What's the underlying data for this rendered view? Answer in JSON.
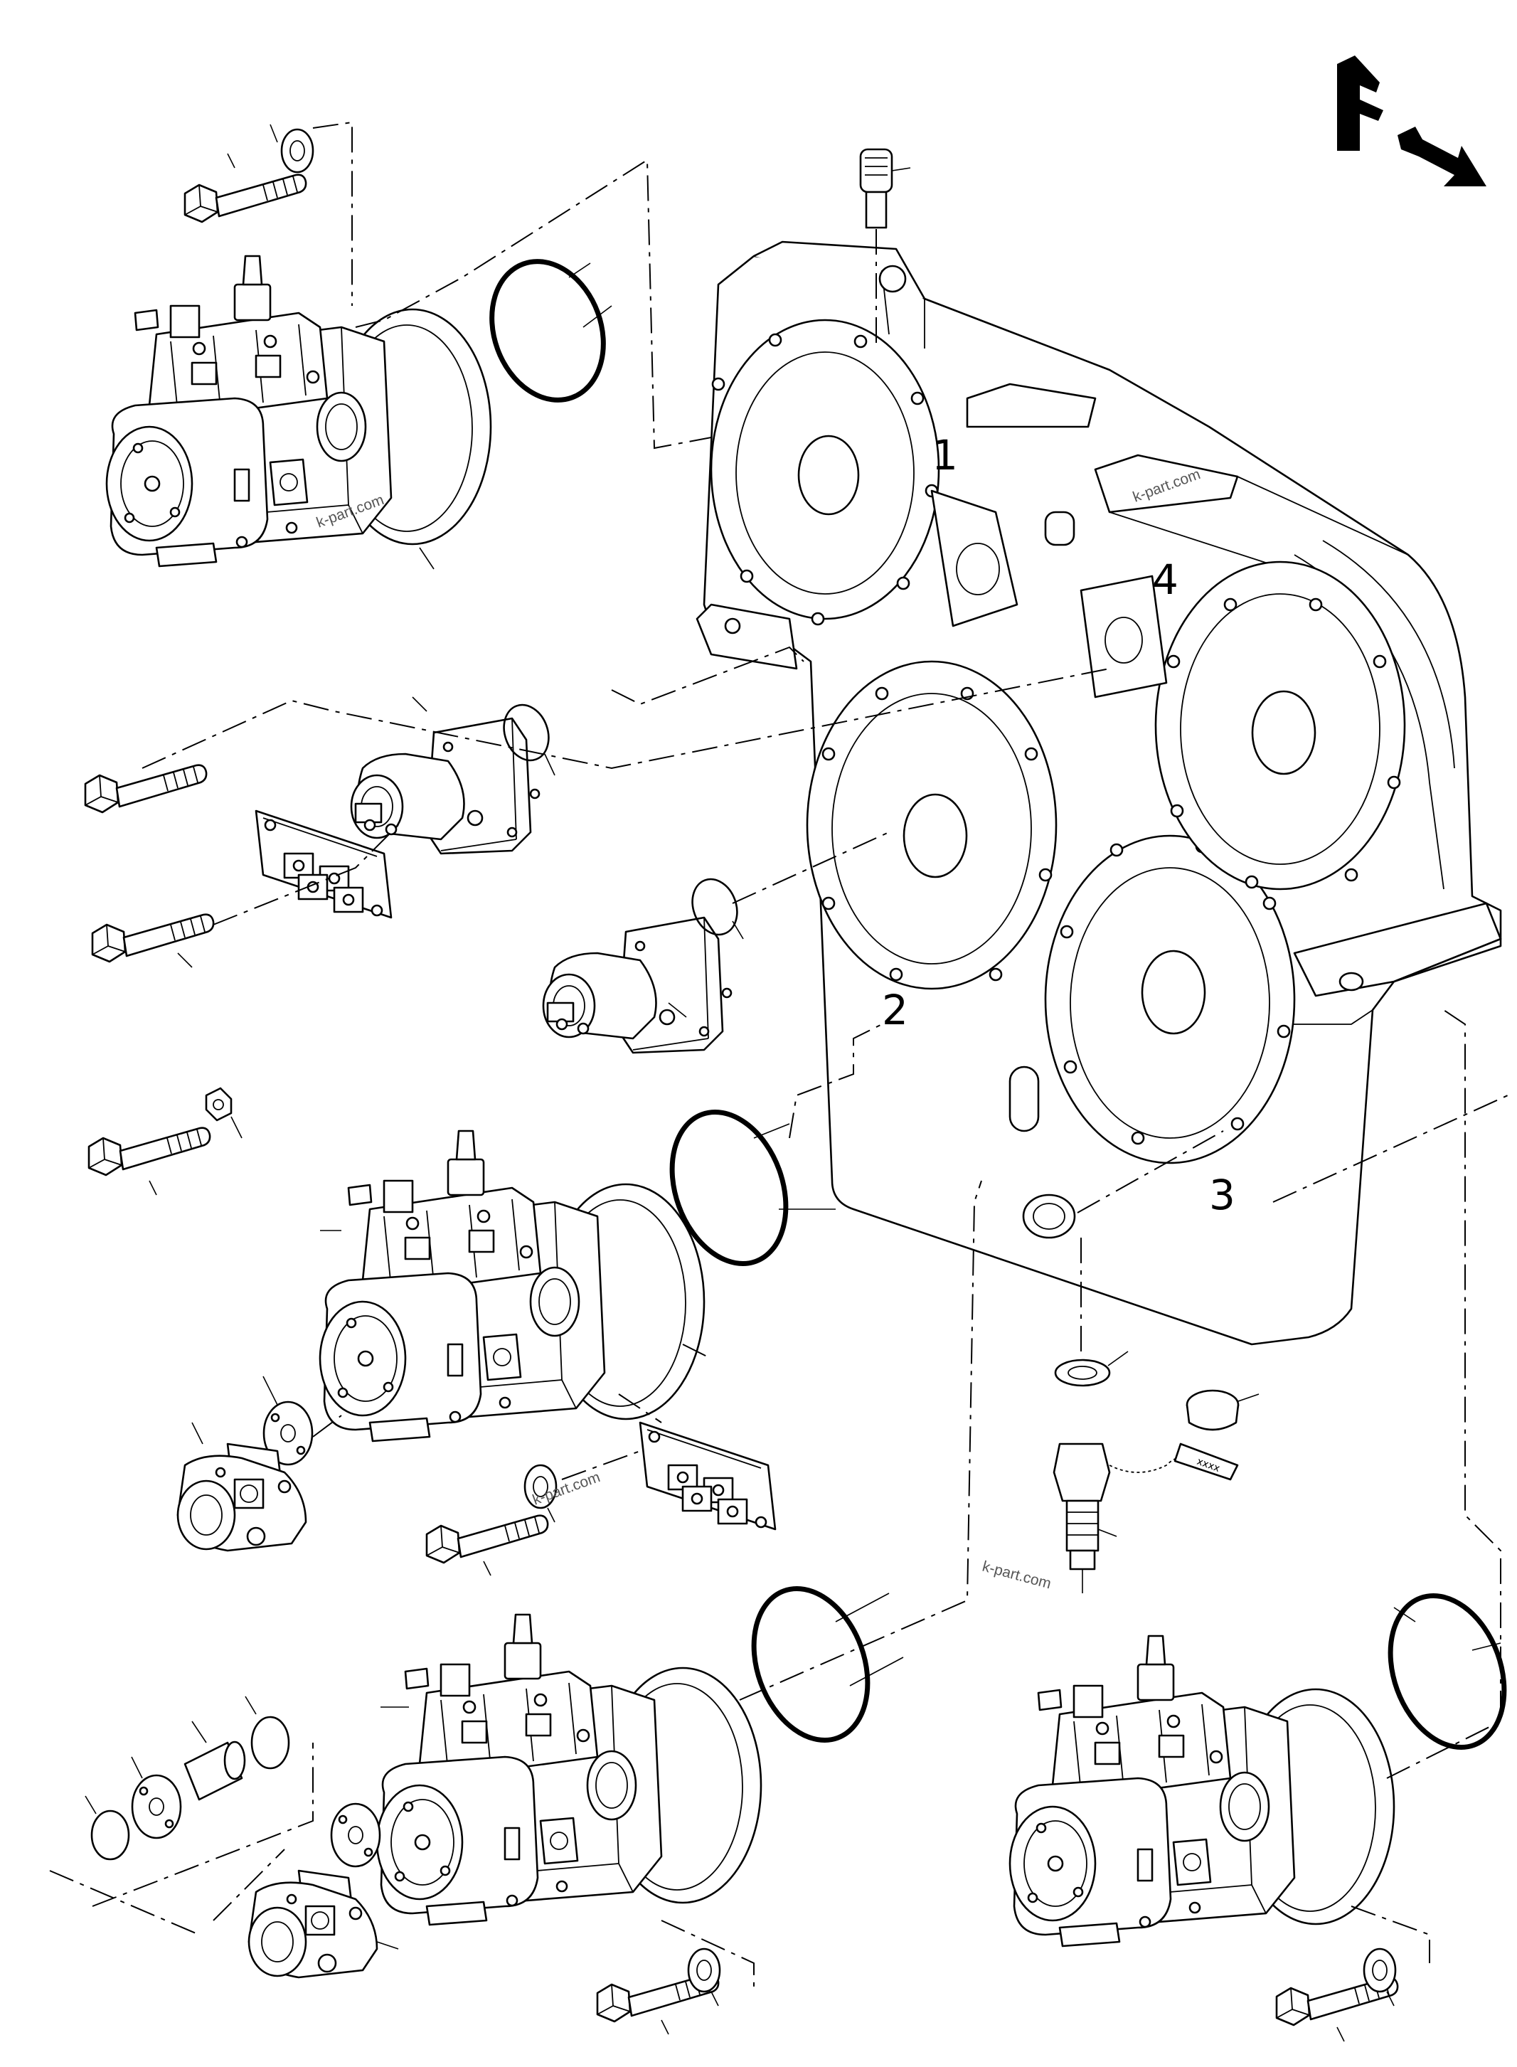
{
  "diagram": {
    "direction_marker": "F",
    "gearbox_port_labels": [
      "1",
      "2",
      "3",
      "4"
    ],
    "watermarks": [
      "k-part.com",
      "k-part.com",
      "k-part.com",
      "k-part.com"
    ],
    "plug_tag": "xxxx"
  }
}
